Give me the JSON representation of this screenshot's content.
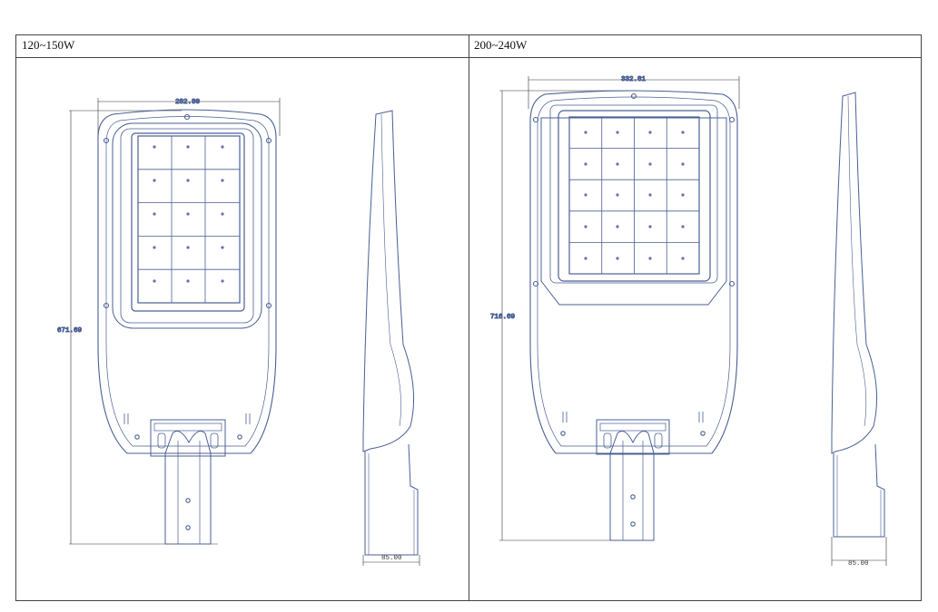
{
  "table": {
    "headers": [
      "120~150W",
      "200~240W"
    ]
  },
  "left": {
    "width_dim": "282.80",
    "height_dim": "671.69",
    "side_dim": "85.00"
  },
  "right": {
    "width_dim": "332.81",
    "height_dim": "716.69",
    "side_dim": "85.00"
  },
  "colors": {
    "outline": "#4a5f94",
    "dimension": "#333333",
    "border": "#444444"
  }
}
